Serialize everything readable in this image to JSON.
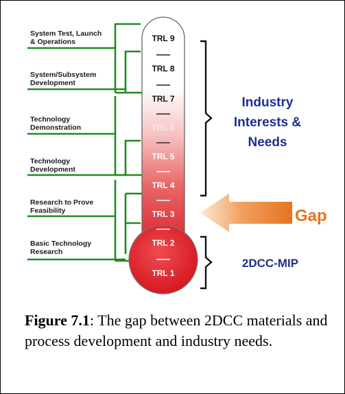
{
  "stages": [
    "System Test, Launch & Operations",
    "System/Subsystem Development",
    "Technology Demonstration",
    "Technology Development",
    "Research to Prove Feasibility",
    "Basic Technology Research"
  ],
  "trl_levels": [
    "TRL 9",
    "TRL 8",
    "TRL 7",
    "TRL 6",
    "TRL 5",
    "TRL 4",
    "TRL 3",
    "TRL 2",
    "TRL 1"
  ],
  "industry_label": [
    "Industry",
    "Interests &",
    "Needs"
  ],
  "gap_label": "Gap",
  "program_label": "2DCC-MIP",
  "colors": {
    "stage_line": "#1f8a1f",
    "label_blue": "#1e2f8c",
    "gap_orange": "#e5731f",
    "thermo_red": "#e0202a"
  },
  "caption": {
    "figure_label": "Figure 7.1",
    "text": ": The gap between 2DCC materials and process development and industry needs."
  }
}
